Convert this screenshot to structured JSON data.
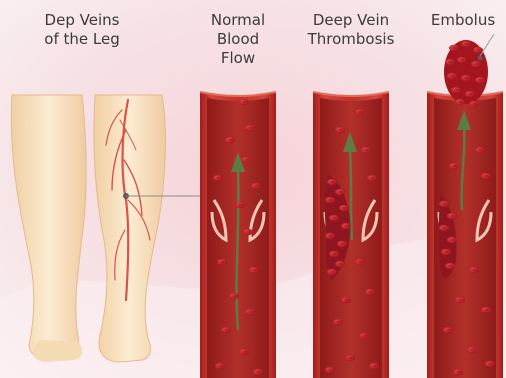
{
  "labels": {
    "deep_veins_line1": "Dep Veins",
    "deep_veins_line2": "of the Leg",
    "normal_line1": "Normal",
    "normal_line2": "Blood",
    "normal_line3": "Flow",
    "dvt_line1": "Deep Vein",
    "dvt_line2": "Thrombosis",
    "embolus": "Embolus"
  },
  "colors": {
    "vessel_wall": "#c0322c",
    "vessel_lumen": "#a52421",
    "blood_cell": "#c8202c",
    "valve": "#f3c6b4",
    "arrow": "#5e7a45",
    "skin": "#f9e4c5",
    "vein": "#d9534a"
  }
}
